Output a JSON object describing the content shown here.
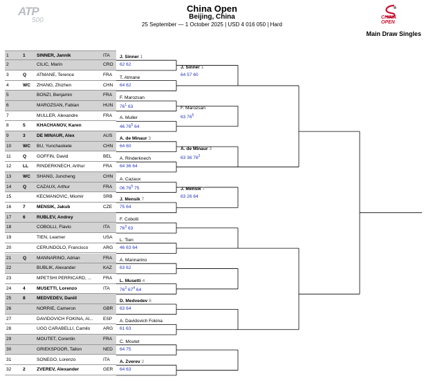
{
  "header": {
    "logo_main": "ATP",
    "logo_sub": "500",
    "title": "China Open",
    "location": "Beijing, China",
    "info": "25 September — 1 October 2025 | USD 4 016 050 | Hard",
    "sponsor_logo": "CHINA OPEN",
    "draw": "Main Draw Singles"
  },
  "players": [
    {
      "num": "1",
      "seed": "1",
      "name": "SINNER, Jannik",
      "country": "ITA",
      "bold": true,
      "shade": true
    },
    {
      "num": "2",
      "seed": "",
      "name": "CILIC, Marin",
      "country": "CRO",
      "bold": false,
      "shade": true
    },
    {
      "num": "3",
      "seed": "Q",
      "name": "ATMANE, Terence",
      "country": "FRA",
      "bold": false,
      "shade": false
    },
    {
      "num": "4",
      "seed": "WC",
      "name": "ZHANG, Zhizhen",
      "country": "CHN",
      "bold": false,
      "shade": false
    },
    {
      "num": "5",
      "seed": "",
      "name": "BONZI, Benjamin",
      "country": "FRA",
      "bold": false,
      "shade": true
    },
    {
      "num": "6",
      "seed": "",
      "name": "MAROZSAN, Fabian",
      "country": "HUN",
      "bold": false,
      "shade": true
    },
    {
      "num": "7",
      "seed": "",
      "name": "MULLER, Alexandre",
      "country": "FRA",
      "bold": false,
      "shade": false
    },
    {
      "num": "8",
      "seed": "5",
      "name": "KHACHANOV, Karen",
      "country": "",
      "bold": true,
      "shade": false
    },
    {
      "num": "9",
      "seed": "3",
      "name": "DE MINAUR, Alex",
      "country": "AUS",
      "bold": true,
      "shade": true
    },
    {
      "num": "10",
      "seed": "WC",
      "name": "BU, Yunchaokete",
      "country": "CHN",
      "bold": false,
      "shade": true
    },
    {
      "num": "11",
      "seed": "Q",
      "name": "GOFFIN, David",
      "country": "BEL",
      "bold": false,
      "shade": false
    },
    {
      "num": "12",
      "seed": "LL",
      "name": "RINDERKNECH, Arthur",
      "country": "FRA",
      "bold": false,
      "shade": false
    },
    {
      "num": "13",
      "seed": "WC",
      "name": "SHANG, Juncheng",
      "country": "CHN",
      "bold": false,
      "shade": true
    },
    {
      "num": "14",
      "seed": "Q",
      "name": "CAZAUX, Arthur",
      "country": "FRA",
      "bold": false,
      "shade": true
    },
    {
      "num": "15",
      "seed": "",
      "name": "KECMANOVIC, Miomir",
      "country": "SRB",
      "bold": false,
      "shade": false
    },
    {
      "num": "16",
      "seed": "7",
      "name": "MENSIK, Jakub",
      "country": "CZE",
      "bold": true,
      "shade": false
    },
    {
      "num": "17",
      "seed": "6",
      "name": "RUBLEV, Andrey",
      "country": "",
      "bold": true,
      "shade": true
    },
    {
      "num": "18",
      "seed": "",
      "name": "COBOLLI, Flavio",
      "country": "ITA",
      "bold": false,
      "shade": true
    },
    {
      "num": "19",
      "seed": "",
      "name": "TIEN, Learner",
      "country": "USA",
      "bold": false,
      "shade": false
    },
    {
      "num": "20",
      "seed": "",
      "name": "CERUNDOLO, Francisco",
      "country": "ARG",
      "bold": false,
      "shade": false
    },
    {
      "num": "21",
      "seed": "Q",
      "name": "MANNARINO, Adrian",
      "country": "FRA",
      "bold": false,
      "shade": true
    },
    {
      "num": "22",
      "seed": "",
      "name": "BUBLIK, Alexander",
      "country": "KAZ",
      "bold": false,
      "shade": true
    },
    {
      "num": "23",
      "seed": "",
      "name": "MPETSHI PERRICARD, ...",
      "country": "FRA",
      "bold": false,
      "shade": false
    },
    {
      "num": "24",
      "seed": "4",
      "name": "MUSETTI, Lorenzo",
      "country": "ITA",
      "bold": true,
      "shade": false
    },
    {
      "num": "25",
      "seed": "8",
      "name": "MEDVEDEV, Daniil",
      "country": "",
      "bold": true,
      "shade": true
    },
    {
      "num": "26",
      "seed": "",
      "name": "NORRIE, Cameron",
      "country": "GBR",
      "bold": false,
      "shade": true
    },
    {
      "num": "27",
      "seed": "",
      "name": "DAVIDOVICH FOKINA, Al...",
      "country": "ESP",
      "bold": false,
      "shade": false
    },
    {
      "num": "28",
      "seed": "",
      "name": "UGO CARABELLI, Camilo",
      "country": "ARG",
      "bold": false,
      "shade": false
    },
    {
      "num": "29",
      "seed": "",
      "name": "MOUTET, Corentin",
      "country": "FRA",
      "bold": false,
      "shade": true
    },
    {
      "num": "30",
      "seed": "",
      "name": "GRIEKSPOOR, Tallon",
      "country": "NED",
      "bold": false,
      "shade": true
    },
    {
      "num": "31",
      "seed": "",
      "name": "SONEGO, Lorenzo",
      "country": "ITA",
      "bold": false,
      "shade": false
    },
    {
      "num": "32",
      "seed": "2",
      "name": "ZVEREV, Alexander",
      "country": "GER",
      "bold": true,
      "shade": false
    }
  ],
  "round2": [
    {
      "name": "J. Sinner",
      "seed": "1",
      "bold": true,
      "score": "62 62"
    },
    {
      "name": "T. Atmane",
      "seed": "",
      "bold": false,
      "score": "64 62"
    },
    {
      "name": "F. Marozsan",
      "seed": "",
      "bold": false,
      "score": "76|1| 63"
    },
    {
      "name": "A. Muller",
      "seed": "",
      "bold": false,
      "score": "46 76|5| 64"
    },
    {
      "name": "A. de Minaur",
      "seed": "3",
      "bold": true,
      "score": "64 60"
    },
    {
      "name": "A. Rinderknech",
      "seed": "",
      "bold": false,
      "score": "64 36 64"
    },
    {
      "name": "A. Cazaux",
      "seed": "",
      "bold": false,
      "score": "06 76|5| 75"
    },
    {
      "name": "J. Mensik",
      "seed": "7",
      "bold": true,
      "score": "75 64"
    },
    {
      "name": "F. Cobolli",
      "seed": "",
      "bold": false,
      "score": "76|3| 63"
    },
    {
      "name": "L. Tien",
      "seed": "",
      "bold": false,
      "score": "46 63 64"
    },
    {
      "name": "A. Mannarino",
      "seed": "",
      "bold": false,
      "score": "63 62"
    },
    {
      "name": "L. Musetti",
      "seed": "4",
      "bold": true,
      "score": "76|3| 67|4| 64"
    },
    {
      "name": "D. Medvedev",
      "seed": "8",
      "bold": true,
      "score": "63 64"
    },
    {
      "name": "A. Davidovich Fokina",
      "seed": "",
      "bold": false,
      "score": "61 63"
    },
    {
      "name": "C. Moutet",
      "seed": "",
      "bold": false,
      "score": "64 75"
    },
    {
      "name": "A. Zverev",
      "seed": "2",
      "bold": true,
      "score": "64 63"
    }
  ],
  "round3": [
    {
      "name": "J. Sinner",
      "seed": "1",
      "bold": true,
      "score": "64 57 60"
    },
    {
      "name": "F. Marozsan",
      "seed": "",
      "bold": false,
      "score": "63 76|5|"
    },
    {
      "name": "A. de Minaur",
      "seed": "3",
      "bold": true,
      "score": "63 36 76|2|"
    },
    {
      "name": "J. Mensik",
      "seed": "7",
      "bold": true,
      "score": "63 26 64"
    }
  ]
}
